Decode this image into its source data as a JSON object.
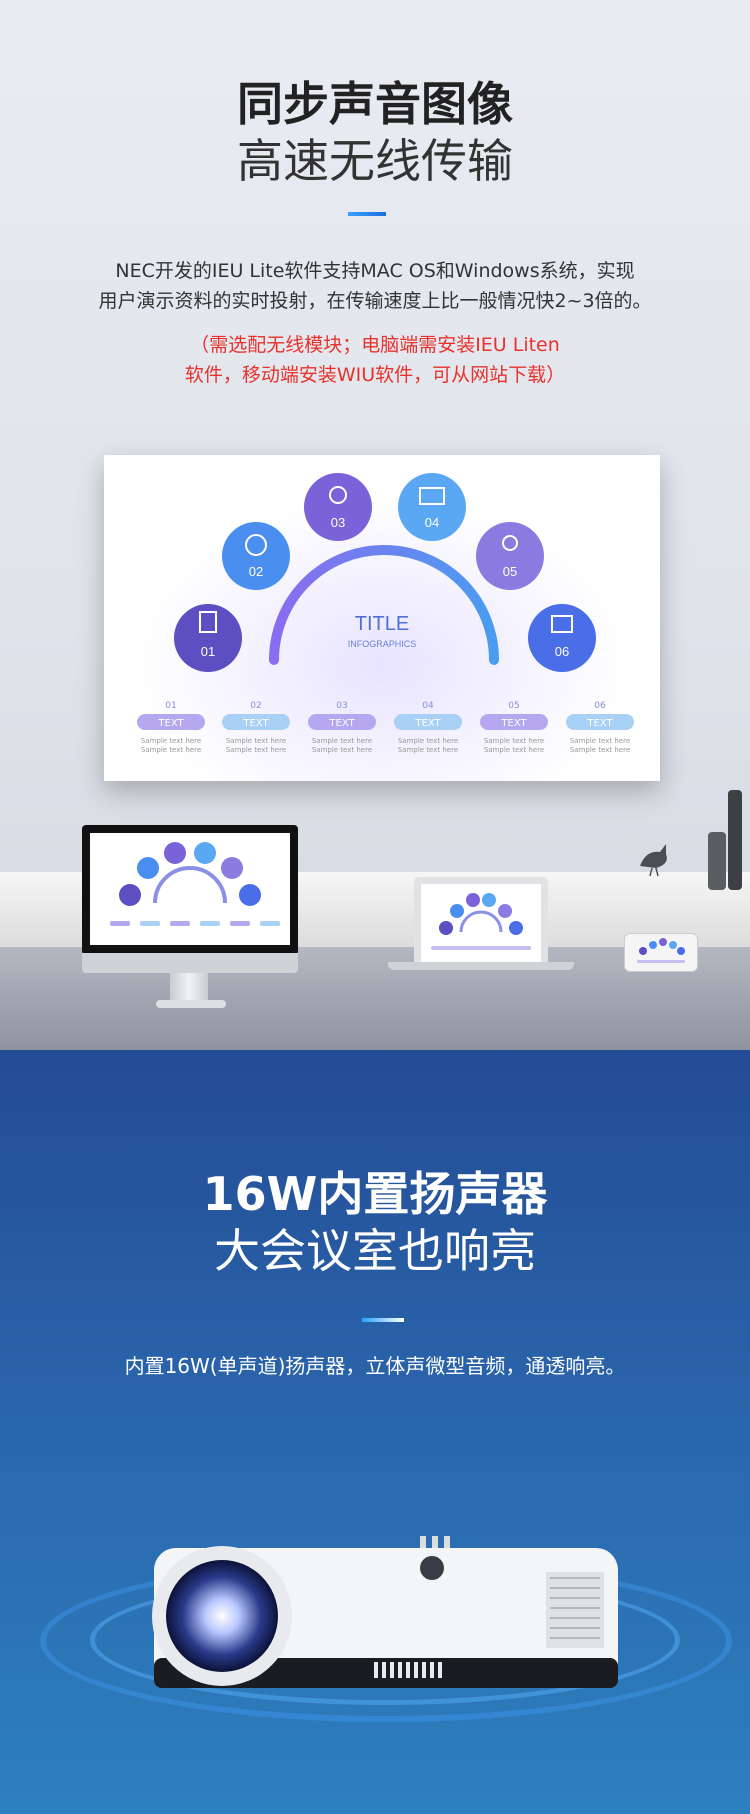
{
  "section1": {
    "title_line1": "同步声音图像",
    "title_line2": "高速无线传输",
    "paragraph_line1": "NEC开发的IEU Lite软件支持MAC OS和Windows系统，实现",
    "paragraph_line2": "用户演示资料的实时投射，在传输速度上比一般情况快2~3倍的。",
    "note_line1": "（需选配无线模块；电脑端需安装IEU Liten",
    "note_line2": "软件，移动端安装WIU软件，可从网站下载）",
    "infographic": {
      "title": "TITLE",
      "subtitle": "INFOGRAPHICS",
      "circles": [
        "01",
        "02",
        "03",
        "04",
        "05",
        "06"
      ],
      "items": [
        {
          "num": "01",
          "label": "TEXT",
          "desc1": "Sample text here",
          "desc2": "Sample text here"
        },
        {
          "num": "02",
          "label": "TEXT",
          "desc1": "Sample text here",
          "desc2": "Sample text here"
        },
        {
          "num": "03",
          "label": "TEXT",
          "desc1": "Sample text here",
          "desc2": "Sample text here"
        },
        {
          "num": "04",
          "label": "TEXT",
          "desc1": "Sample text here",
          "desc2": "Sample text here"
        },
        {
          "num": "05",
          "label": "TEXT",
          "desc1": "Sample text here",
          "desc2": "Sample text here"
        },
        {
          "num": "06",
          "label": "TEXT",
          "desc1": "Sample text here",
          "desc2": "Sample text here"
        }
      ],
      "icons": [
        "document-icon",
        "globe-icon",
        "lightbulb-icon",
        "mail-icon",
        "people-icon",
        "folder-search-icon"
      ]
    },
    "colors": {
      "accent": "#2a86e8",
      "note": "#e8322b"
    }
  },
  "section2": {
    "title_line1": "16W内置扬声器",
    "title_line2": "大会议室也响亮",
    "paragraph": "内置16W(单声道)扬声器，立体声微型音频，通透响亮。",
    "colors": {
      "bg_top": "#234c95",
      "bg_bottom": "#2d80bf"
    }
  }
}
